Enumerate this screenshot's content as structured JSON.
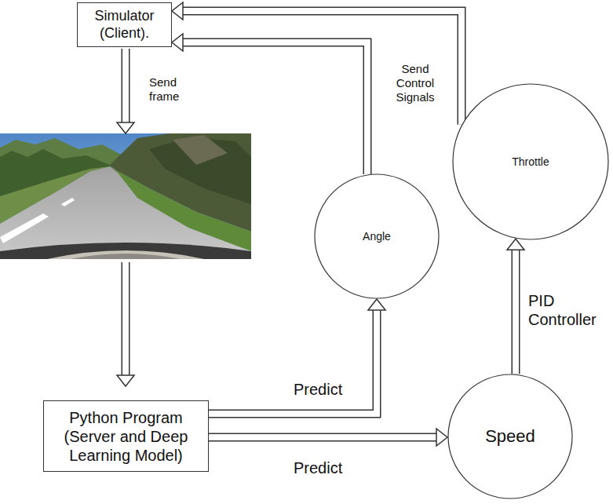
{
  "diagram": {
    "nodes": [
      {
        "text": [
          "Simulator (Client)."
        ]
      },
      {
        "text": [
          "Throttle"
        ]
      },
      {
        "text": [
          "Angle"
        ]
      },
      {
        "text": [
          "Python Program (Server and Deep Learning Model)"
        ]
      },
      {
        "text": [
          "Speed"
        ]
      }
    ],
    "edges": [
      {
        "from": 3,
        "to": 2,
        "label": "Predict",
        "arrow": "to"
      },
      {
        "from": 3,
        "to": 4,
        "label": "Predict",
        "arrow": "to"
      },
      {
        "from": 4,
        "to": 1,
        "label": "PID Controller",
        "arrow": "to"
      },
      {
        "from": 2,
        "to": 0,
        "arrow": "to"
      },
      {
        "from": 1,
        "to": 0,
        "arrow": "to"
      }
    ],
    "labels": [
      "Send frame",
      "Send Control Signals"
    ]
  }
}
